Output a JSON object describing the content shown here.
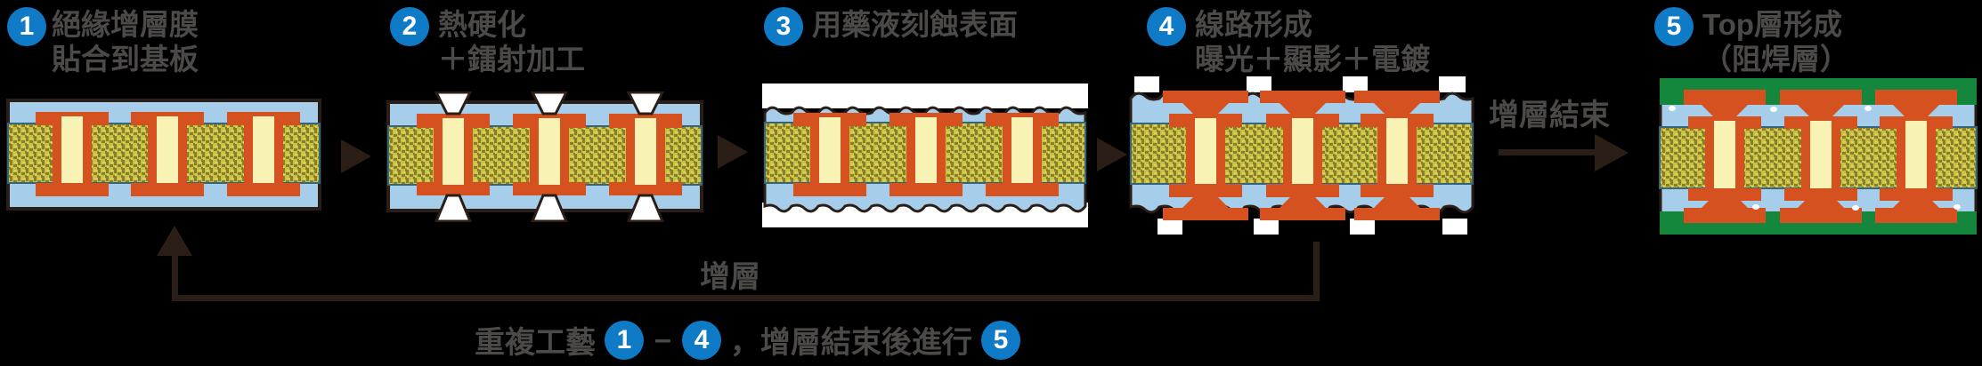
{
  "colors": {
    "badge_blue": "#0f7ac6",
    "text_gray": "#4c4a49",
    "outline_dark": "#2b1e16",
    "copper_orange": "#d5511f",
    "substrate_blue": "#a6cde9",
    "via_cream": "#f8f2b5",
    "core_yellow": "#c6c342",
    "core_dot_brown": "#8e7c2e",
    "core_highlight": "#d6d35a",
    "core_edge": "#33657f",
    "solder_green": "#15873c",
    "white": "#ffffff",
    "background": "#000000"
  },
  "steps": [
    {
      "number": "1",
      "title_lines": [
        "絕緣增層膜",
        "貼合到基板"
      ]
    },
    {
      "number": "2",
      "title_lines": [
        "熱硬化",
        "＋鐳射加工"
      ]
    },
    {
      "number": "3",
      "title_lines": [
        "用藥液刻蝕表面"
      ]
    },
    {
      "number": "4",
      "title_lines": [
        "線路形成",
        "曝光＋顯影＋電鍍"
      ]
    },
    {
      "number": "5",
      "title_lines": [
        "Top層形成",
        "（阻焊層）"
      ]
    }
  ],
  "labels": {
    "buildup_end": "增層結束",
    "buildup": "增層",
    "repeat_prefix": "重複工藝",
    "repeat_from": "1",
    "repeat_dash": "–",
    "repeat_to": "4",
    "repeat_middle": "，增層結束後進行",
    "repeat_final": "5"
  }
}
